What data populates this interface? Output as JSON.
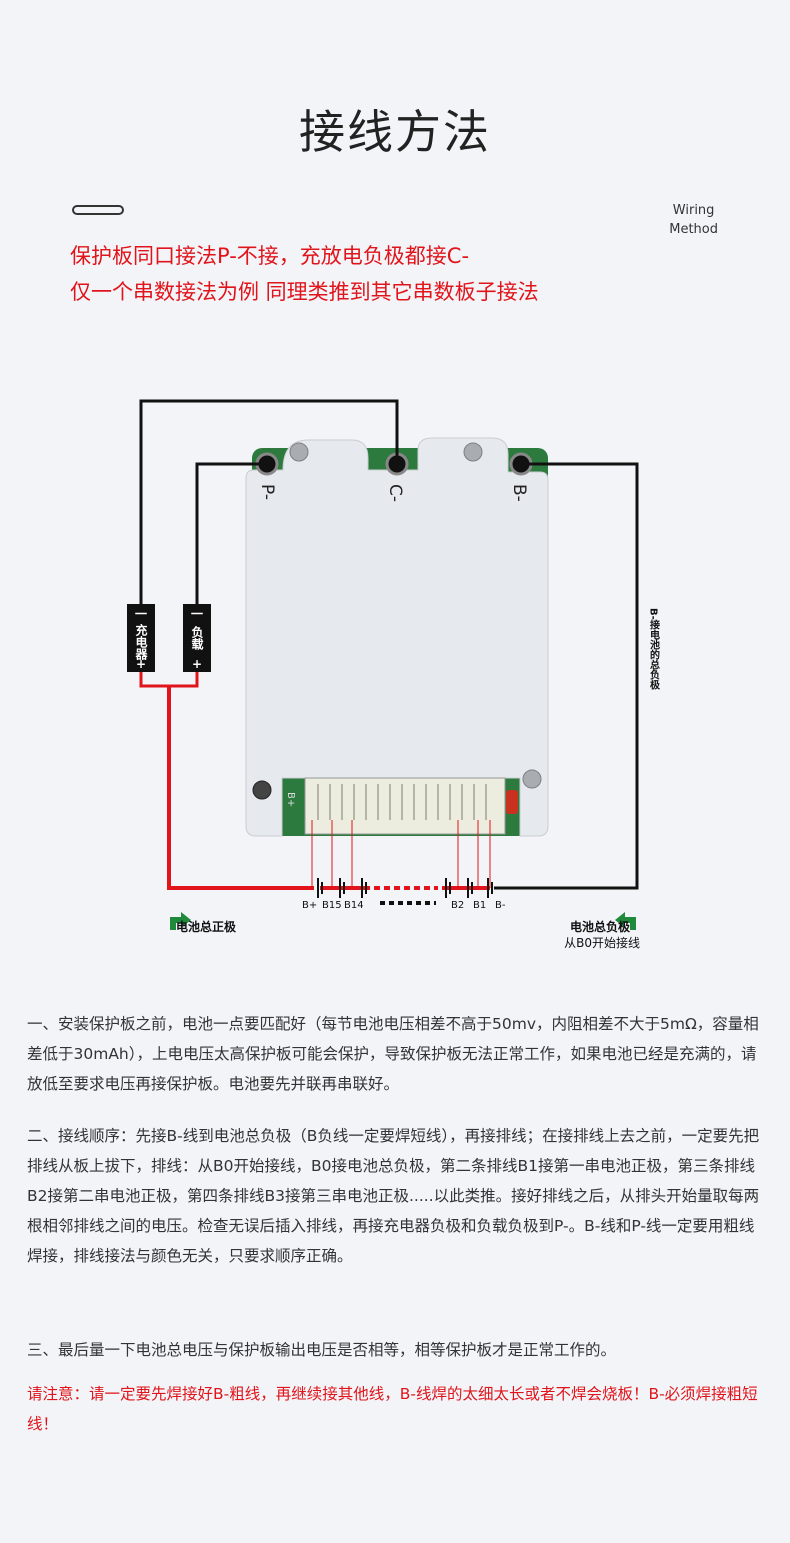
{
  "header": {
    "title": "接线方法",
    "subtitle_en_line1": "Wiring",
    "subtitle_en_line2": "Method"
  },
  "notice": {
    "line1": "保护板同口接法P-不接，充放电负极都接C-",
    "line2": "仅一个串数接法为例 同理类推到其它串数板子接法"
  },
  "diagram": {
    "terminal_p": "P-",
    "terminal_c": "C-",
    "terminal_b": "B-",
    "charger_minus": "一",
    "charger_label": "充电器",
    "charger_plus": "+",
    "load_minus": "一",
    "load_label": "负载",
    "load_plus": "+",
    "b_wire_note": "B-接电池的总负极",
    "board_bplus": "B+",
    "cell_labels": [
      "B+",
      "B15",
      "B14",
      "B2",
      "B1",
      "B-"
    ],
    "pack_positive": "电池总正极",
    "pack_negative": "电池总负极",
    "pack_negative_sub": "从B0开始接线",
    "colors": {
      "wire_red": "#e0141a",
      "wire_black": "#111111",
      "board": "#e6e9ed"
    }
  },
  "instructions": {
    "p1": "一、安装保护板之前，电池一点要匹配好（每节电池电压相差不高于50mv，内阻相差不大于5mΩ，容量相差低于30mAh），上电电压太高保护板可能会保护，导致保护板无法正常工作，如果电池已经是充满的，请放低至要求电压再接保护板。电池要先并联再串联好。",
    "p2": "二、接线顺序：先接B-线到电池总负极（B负线一定要焊短线），再接排线；在接排线上去之前，一定要先把排线从板上拔下，排线：从B0开始接线，B0接电池总负极，第二条排线B1接第一串电池正极，第三条排线B2接第二串电池正极，第四条排线B3接第三串电池正极.....以此类推。接好排线之后，从排头开始量取每两根相邻排线之间的电压。检查无误后插入排线，再接充电器负极和负载负极到P-。B-线和P-线一定要用粗线焊接，排线接法与颜色无关，只要求顺序正确。",
    "p3": "三、最后量一下电池总电压与保护板输出电压是否相等，相等保护板才是正常工作的。",
    "warning": "请注意：请一定要先焊接好B-粗线，再继续接其他线，B-线焊的太细太长或者不焊会烧板！B-必须焊接粗短线！"
  }
}
